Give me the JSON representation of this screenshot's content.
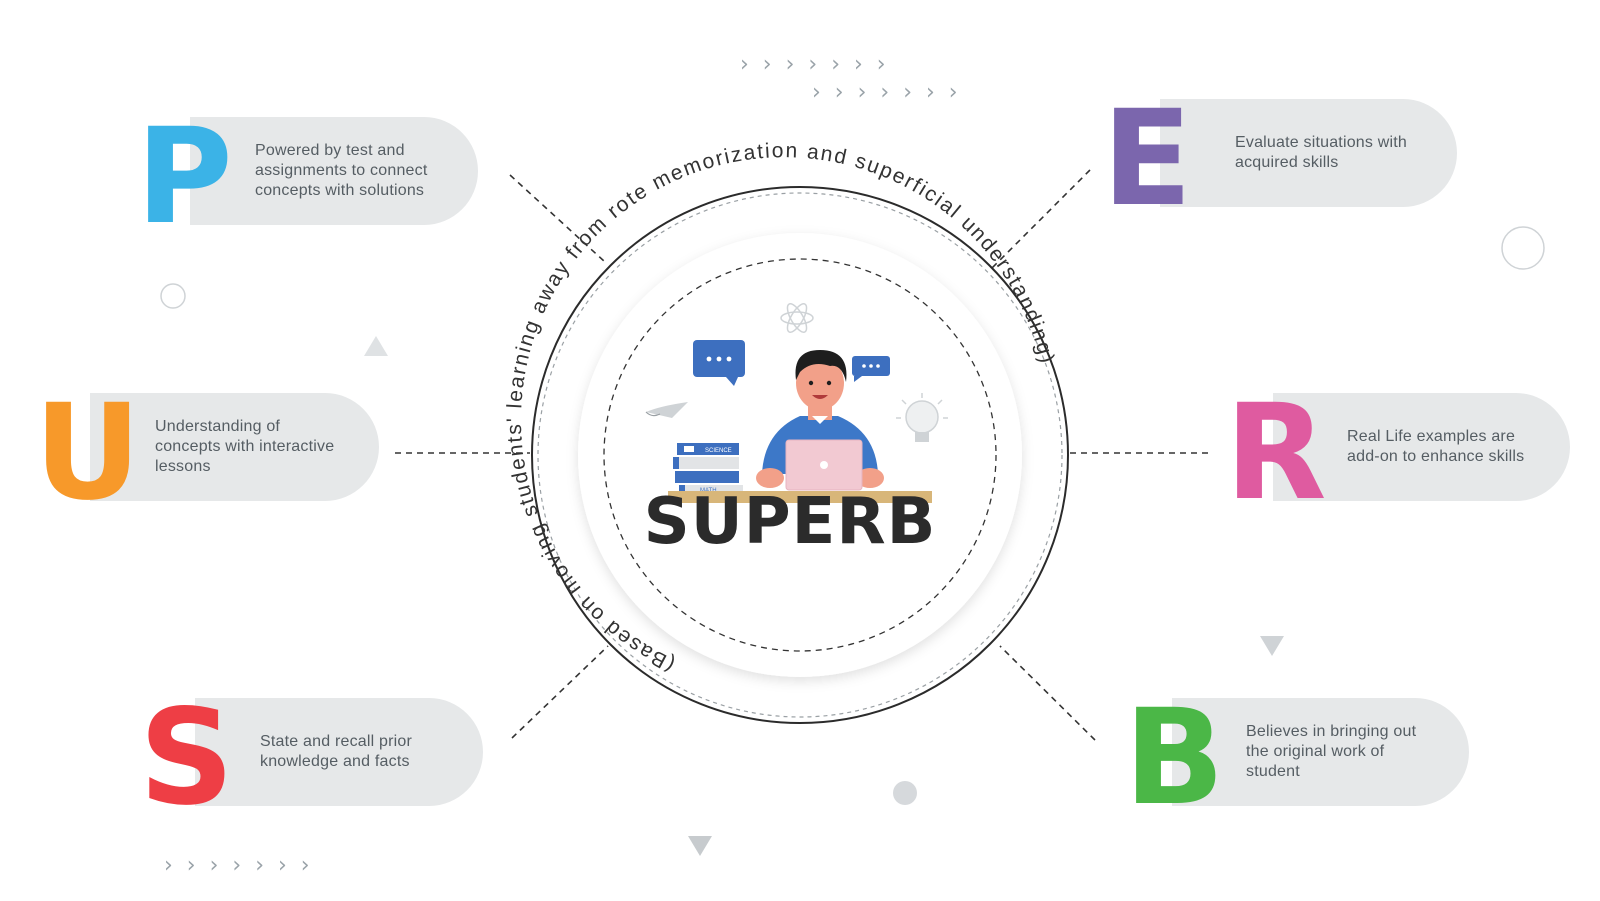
{
  "center": {
    "title": "SUPERB",
    "arc_text": "(Based on moving students' learning away from rote memorization and superficial understanding)",
    "book_labels": [
      "SCIENCE",
      "MATH"
    ]
  },
  "cards": [
    {
      "letter": "P",
      "color": "#3bb3e7",
      "text": "Powered by test and\nassignments to connect\nconcepts with solutions"
    },
    {
      "letter": "U",
      "color": "#f7992a",
      "text": "Understanding of\nconcepts with interactive\nlessons"
    },
    {
      "letter": "S",
      "color": "#ee3e45",
      "text": "State and recall prior\nknowledge and facts"
    },
    {
      "letter": "E",
      "color": "#7b66ad",
      "text": "Evaluate situations with\nacquired skills"
    },
    {
      "letter": "R",
      "color": "#df5ba0",
      "text": "Real Life examples are\nadd-on to enhance skills"
    },
    {
      "letter": "B",
      "color": "#4bb747",
      "text": "Believes in bringing out\nthe original work of\nstudent"
    }
  ],
  "decor": {
    "chevrons_a": "›››››››",
    "chevrons_b": "›››››››",
    "chevrons_c": "›››››››"
  }
}
